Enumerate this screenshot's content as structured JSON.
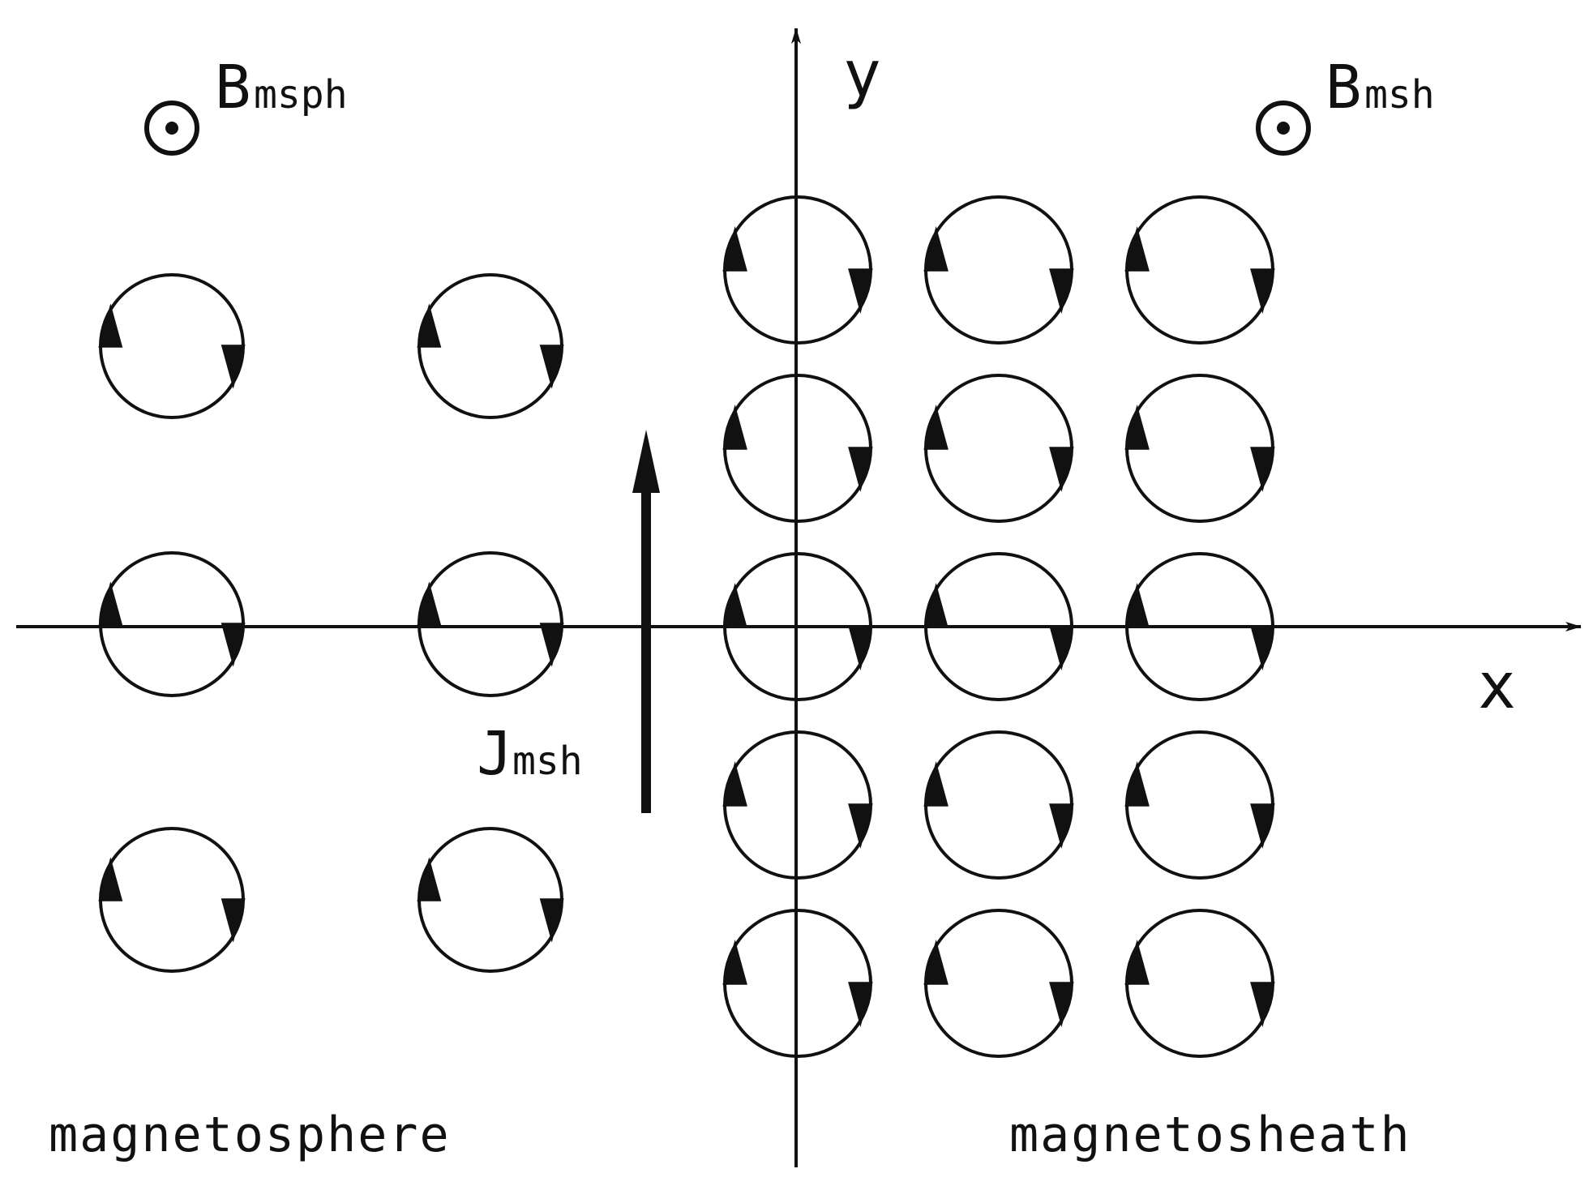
{
  "labels": {
    "y_axis": "y",
    "x_axis": "x",
    "b_msph_main": "B",
    "b_msph_sub": "msph",
    "b_msh_main": "B",
    "b_msh_sub": "msh",
    "j_msh_main": "J",
    "j_msh_sub": "msh",
    "region_left": "magnetosphere",
    "region_right": "magnetosheath"
  },
  "colors": {
    "ink": "#111111",
    "background": "#ffffff"
  },
  "icons": {
    "field_out_of_page": "circled-dot-icon",
    "gyration_loop": "clockwise-loop-icon"
  }
}
